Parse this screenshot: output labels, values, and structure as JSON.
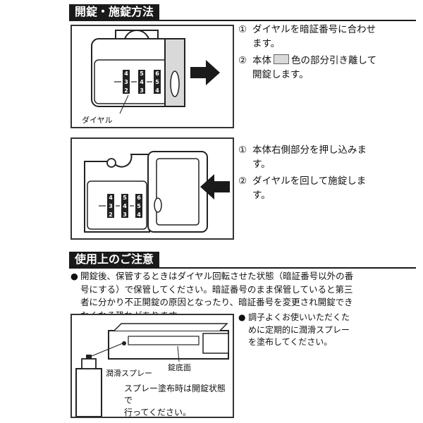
{
  "sections": {
    "how_to": "開錠・施錠方法",
    "caution": "使用上のご注意"
  },
  "unlock": {
    "step1_num": "①",
    "step1_text": "ダイヤルを暗証番号に合わせます。",
    "step2_num": "②",
    "step2_text_a": "本体",
    "step2_text_b": "色の部分引き離して開錠します。",
    "dial_label": "ダイヤル",
    "dial_digits": [
      "4",
      "3",
      "2",
      "5",
      "4",
      "3",
      "6",
      "5",
      "4"
    ]
  },
  "lock": {
    "step1_num": "①",
    "step1_text": "本体右側部分を押し込みます。",
    "step2_num": "②",
    "step2_text": "ダイヤルを回して施錠します。",
    "dial_digits": [
      "4",
      "3",
      "2",
      "5",
      "4",
      "3",
      "6",
      "5",
      "4"
    ]
  },
  "caution": {
    "bullet": "●",
    "text": "開錠後、保管するときはダイヤル回転させた状態（暗証番号以外の番号にする）で保管してください。暗証番号のまま保管していると第三者に分かり不正開錠の原因となったり、暗証番号を変更され開錠できなくなる恐れがあります。"
  },
  "maintenance": {
    "bullet": "●",
    "text": "調子よくお使いいただくために定期的に潤滑スプレーを塗布してください。",
    "spray_label": "潤滑スプレー",
    "bottom_label": "錠底面",
    "note_line1": "スプレー塗布時は開錠状態で",
    "note_line2": "行ってください。"
  },
  "colors": {
    "header_bg": "#1a1a1a",
    "highlight_gray": "#d9d9d9",
    "arrow": "#1a1a1a"
  }
}
